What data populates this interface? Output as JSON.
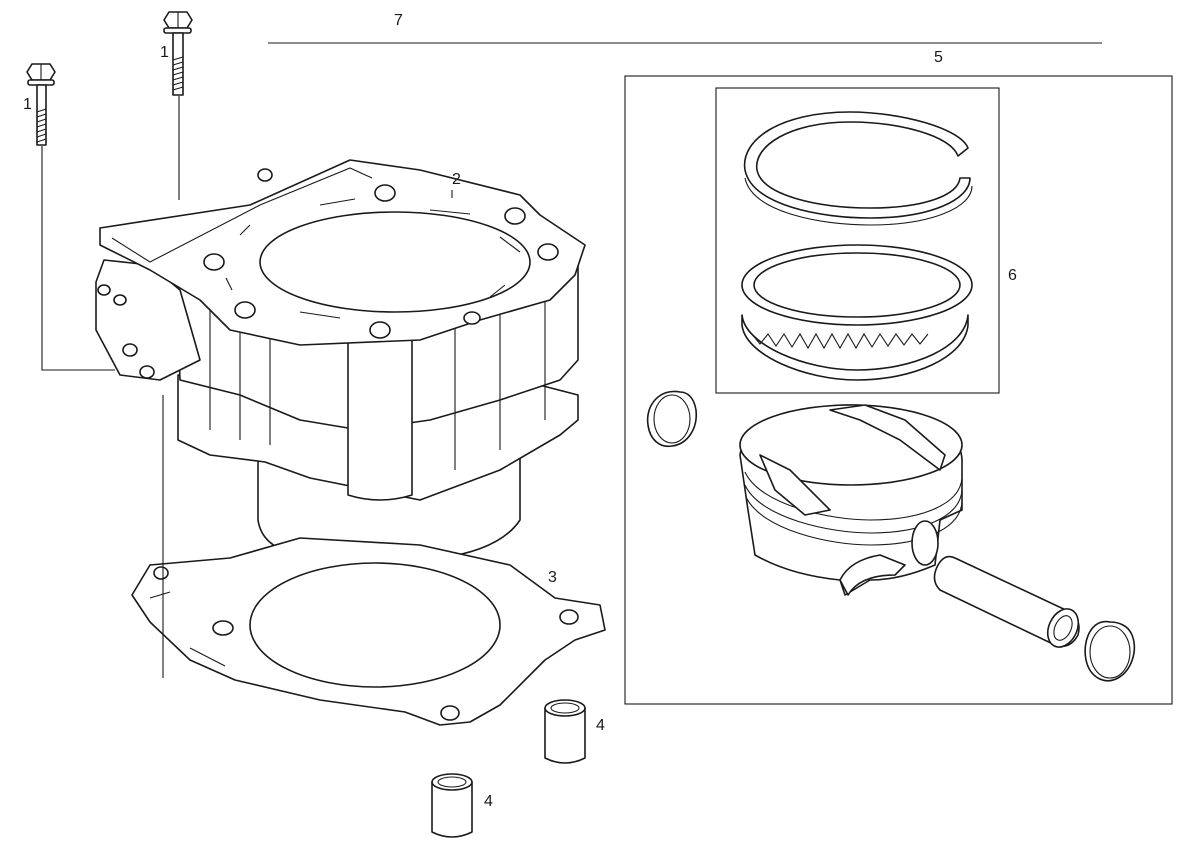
{
  "callouts": {
    "bolt_front": "1",
    "bolt_rear": "1",
    "cylinder": "2",
    "base_gasket": "3",
    "dowel_upper": "4",
    "dowel_lower": "4",
    "piston_kit": "5",
    "ring_set": "6",
    "cylinder_assembly": "7"
  },
  "colors": {
    "line": "#1a1a1a",
    "background": "#ffffff"
  }
}
